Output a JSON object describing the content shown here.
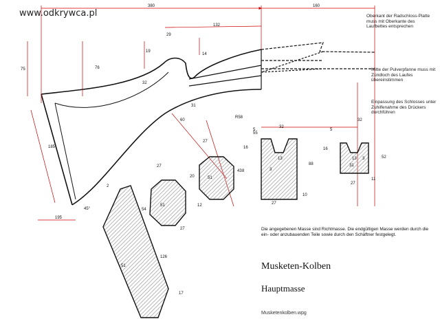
{
  "watermark": "www.odkrywca.pl",
  "title": "Musketen-Kolben",
  "subtitle": "Hauptmasse",
  "filename": "Musketenkolben.wpg",
  "notes": "Die angegebenen Masse sind Richtmasse. Die endgültigen Masse werden durch die ein- oder anzubauenden Teile sowie durch den Schäftner festgelegt.",
  "annotations": {
    "top": "Oberkant der Radschloss-Platte muss mit Oberkante des Laufbettes entsprechen",
    "middle": "Mitte der Pulverpfanne muss mit Zündloch des Laufes übereinstimmen",
    "lower": "Einpassung des Schlosses unter Zuhilfenahme des Drückers durchführen"
  },
  "dimensions": {
    "overall_length": "380",
    "barrel_length": "160",
    "wrist_length": "132",
    "d29": "29",
    "d75a": "75",
    "d76": "76",
    "d19": "19",
    "d32": "32",
    "d60": "60",
    "d31": "31",
    "d14": "14",
    "d195": "195",
    "d185": "185",
    "r58": "R58",
    "d55": "55",
    "d8": "8",
    "d45deg": "45°",
    "d2": "2",
    "d27a": "27",
    "d27b": "27",
    "d27c": "27",
    "d27d": "27",
    "d27e": "27",
    "d51a": "51",
    "d51b": "51",
    "d51c": "51",
    "d13a": "13",
    "d13b": "13",
    "d12": "12",
    "d20": "20",
    "d43": "43",
    "d54": "54",
    "d126": "126",
    "d17": "17",
    "d88": "88",
    "d10": "10",
    "d16a": "16",
    "d16b": "16",
    "d5a": "5",
    "d5b": "5",
    "d3a": "3",
    "d3b": "3",
    "d52": "52",
    "d32b": "32",
    "d32c": "32",
    "d11": "11",
    "d31b": "31"
  }
}
